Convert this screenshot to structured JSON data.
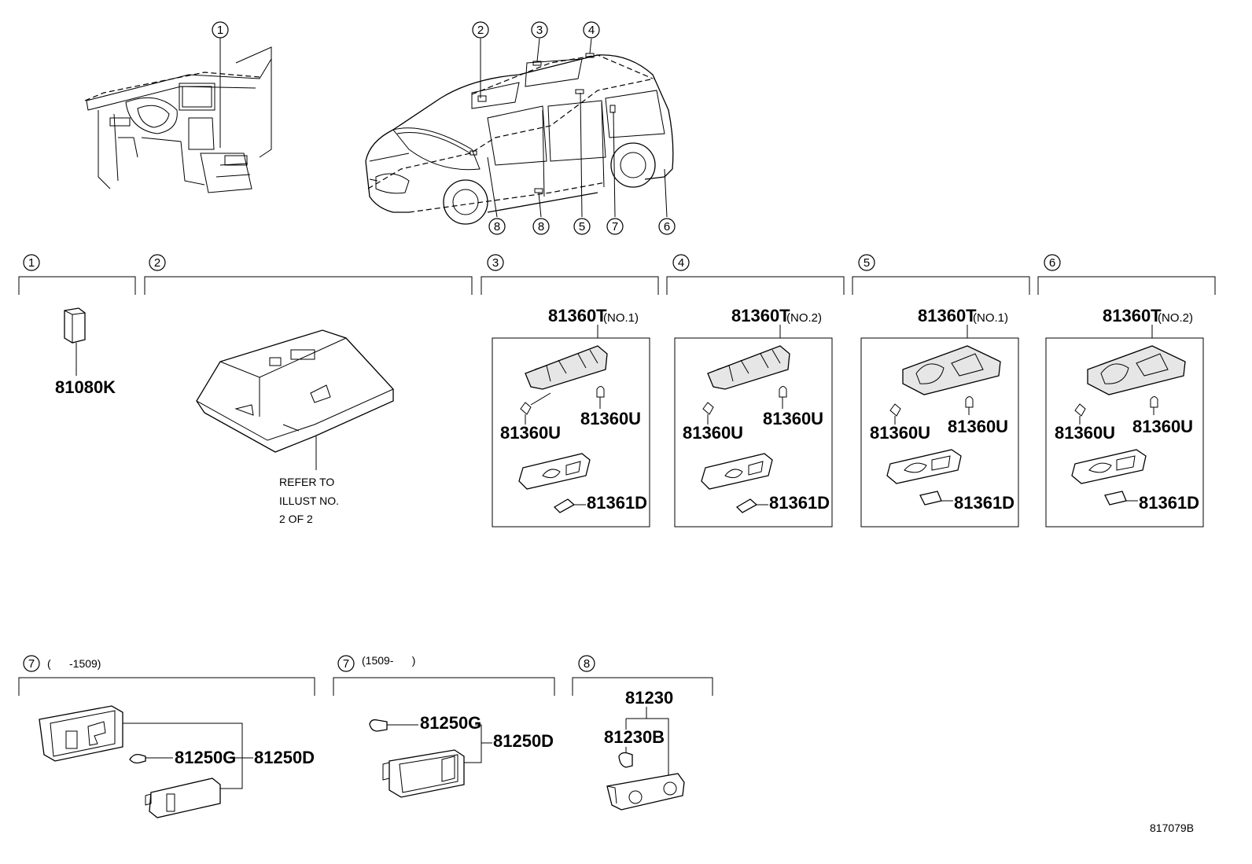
{
  "callouts": [
    "1",
    "2",
    "3",
    "4",
    "5",
    "6",
    "7",
    "8"
  ],
  "sections": {
    "s1": {
      "num": "1",
      "part": "81080K"
    },
    "s2": {
      "num": "2",
      "ref_lines": [
        "REFER TO",
        "ILLUST NO.",
        "2 OF 2"
      ]
    },
    "s3": {
      "num": "3",
      "head": "81360T",
      "head_note": "(NO.1)",
      "bulb_a": "81360U",
      "bulb_b": "81360U",
      "lens": "81361D"
    },
    "s4": {
      "num": "4",
      "head": "81360T",
      "head_note": "(NO.2)",
      "bulb_a": "81360U",
      "bulb_b": "81360U",
      "lens": "81361D"
    },
    "s5": {
      "num": "5",
      "head": "81360T",
      "head_note": "(NO.1)",
      "bulb_a": "81360U",
      "bulb_b": "81360U",
      "lens": "81361D"
    },
    "s6": {
      "num": "6",
      "head": "81360T",
      "head_note": "(NO.2)",
      "bulb_a": "81360U",
      "bulb_b": "81360U",
      "lens": "81361D"
    },
    "s7a": {
      "num": "7",
      "date_note": "(      -1509)",
      "bulb": "81250G",
      "assy": "81250D"
    },
    "s7b": {
      "num": "7",
      "date_note": "(1509-      )",
      "bulb": "81250G",
      "assy": "81250D"
    },
    "s8": {
      "num": "8",
      "assy": "81230",
      "bulb": "81230B"
    }
  },
  "illustration_id": "817079B"
}
